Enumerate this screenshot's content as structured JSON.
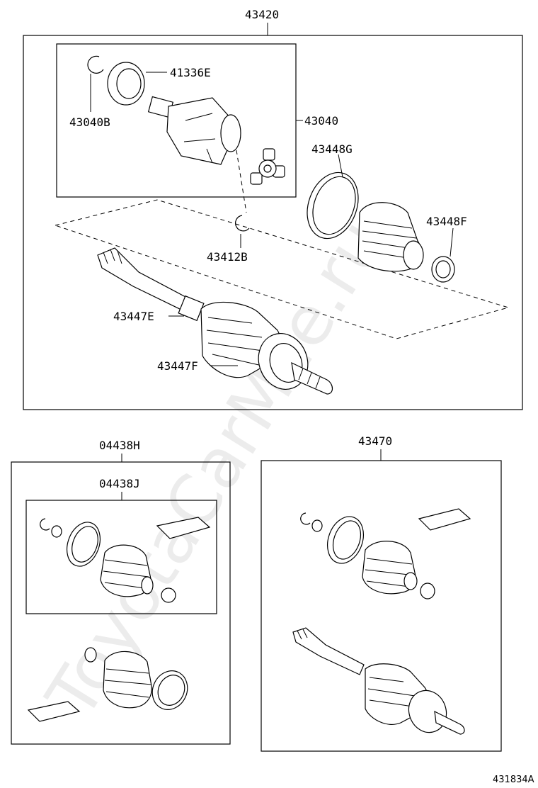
{
  "watermark": "ToyotaCarMile.ru",
  "figure_code": "431834A",
  "labels": {
    "p43420": "43420",
    "p41336E": "41336E",
    "p43040B": "43040B",
    "p43040": "43040",
    "p43448G": "43448G",
    "p43448F": "43448F",
    "p43412B": "43412B",
    "p43447E": "43447E",
    "p43447F": "43447F",
    "p04438H": "04438H",
    "p04438J": "04438J",
    "p43470": "43470"
  }
}
